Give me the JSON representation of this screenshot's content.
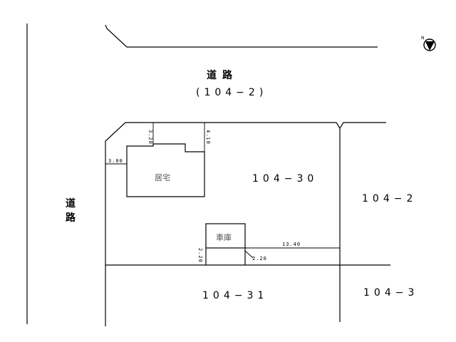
{
  "road_top": {
    "name": "道路",
    "number": "(104−2)"
  },
  "road_left": {
    "char1": "道",
    "char2": "路"
  },
  "lots": {
    "main": "104−30",
    "right_upper": "104−2",
    "bottom": "104−31",
    "right_lower": "104−3"
  },
  "buildings": {
    "house": "居宅",
    "garage": "車庫"
  },
  "dimensions": {
    "house_top_offset": "3.20",
    "house_right_offset": "4.10",
    "house_left_offset": "3.00",
    "garage_right_offset": "13.40",
    "garage_left_height": "2.20",
    "garage_right_height": "2.20"
  },
  "north_mark": {
    "letter": "N"
  }
}
